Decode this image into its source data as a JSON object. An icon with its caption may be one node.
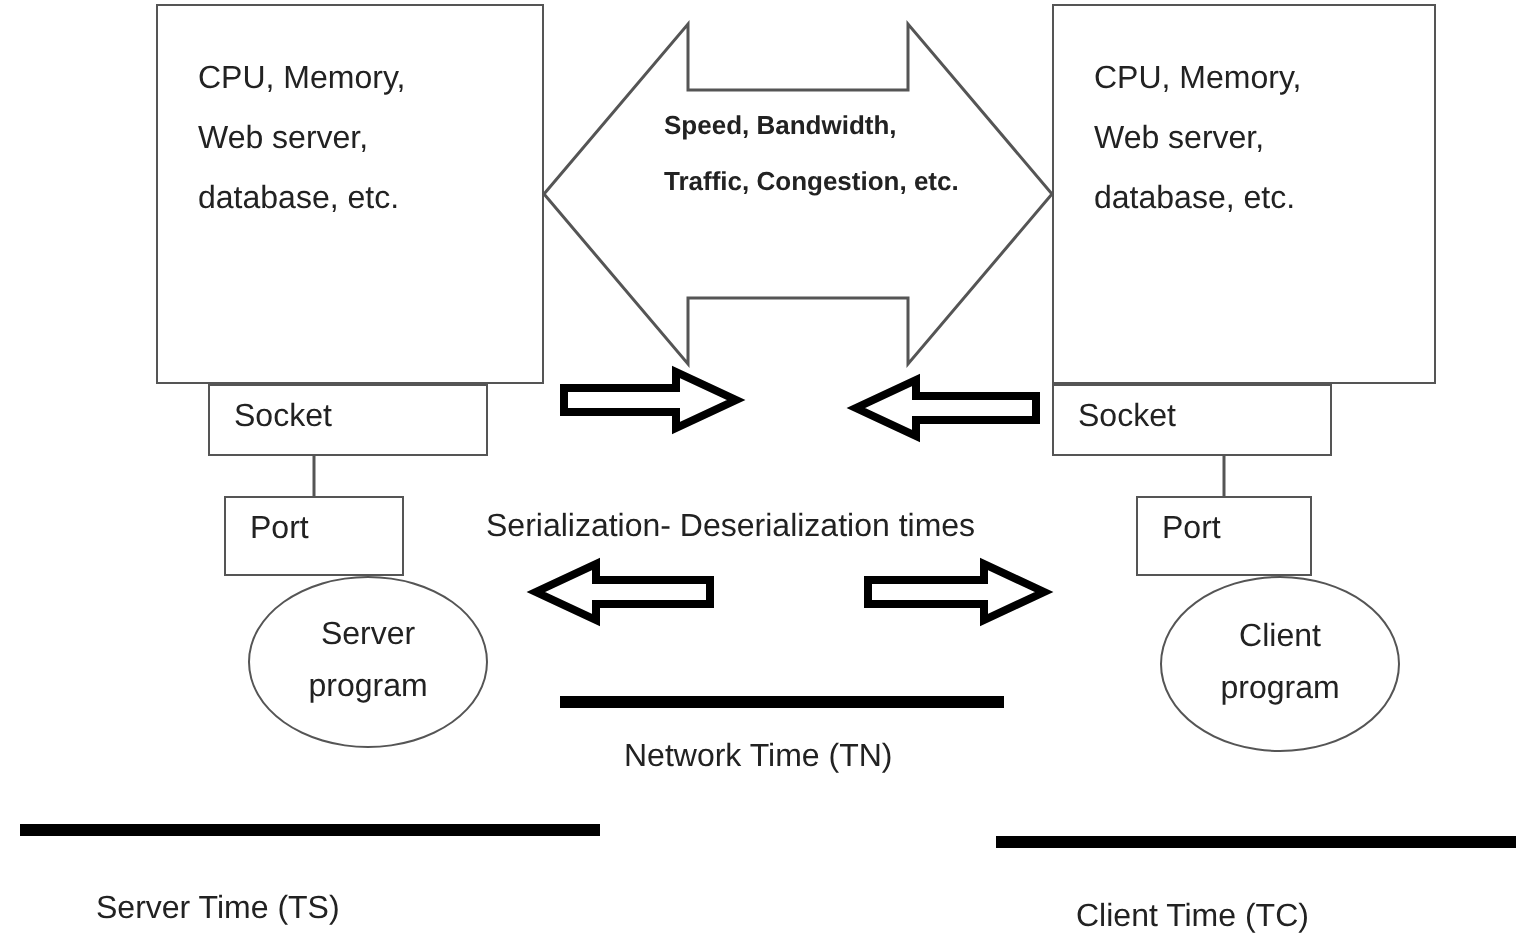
{
  "diagram": {
    "nodes": [
      {
        "text": [
          "CPU, Memory, Web server, database, etc."
        ]
      },
      {
        "text": [
          "Socket"
        ]
      },
      {
        "text": [
          "Port"
        ]
      },
      {
        "text": [
          "Server program"
        ]
      },
      {
        "text": [
          "CPU, Memory, Web server, database, etc."
        ]
      },
      {
        "text": [
          "Socket"
        ]
      },
      {
        "text": [
          "Port"
        ]
      },
      {
        "text": [
          "Client program"
        ]
      }
    ],
    "edges": [
      {
        "from": 0,
        "to": 4,
        "arrow": "both",
        "label": "Speed, Bandwidth, Traffic, Congestion, etc."
      },
      {
        "from": 1,
        "to": 2,
        "arrow": "none"
      },
      {
        "from": 5,
        "to": 6,
        "arrow": "none"
      }
    ],
    "labels": [
      "Serialization- Deserialization times",
      "Network Time (TN)",
      "Server Time (TS)",
      "Client Time (TC)"
    ]
  }
}
